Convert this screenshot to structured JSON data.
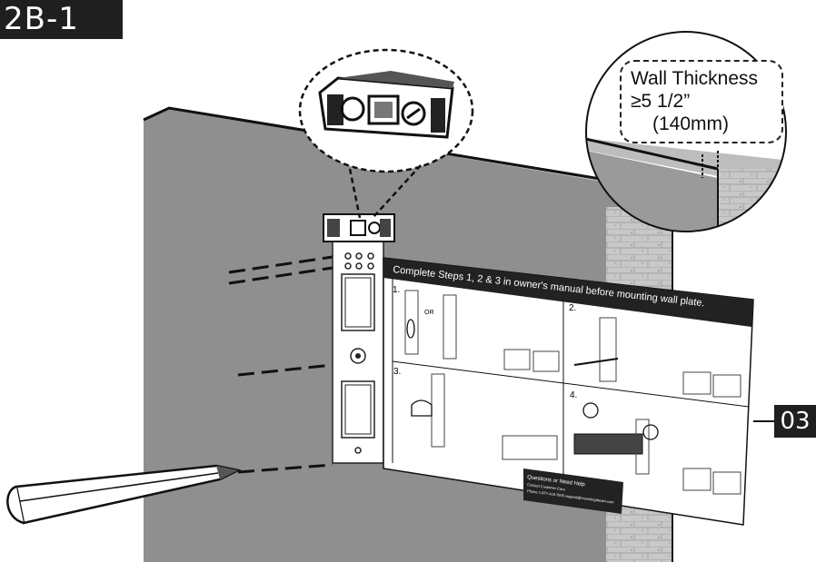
{
  "step_label": "2B-1",
  "page_number": "03",
  "callout": {
    "line1": "Wall Thickness",
    "line2": "≥5 1/2”",
    "line3": "(140mm)"
  },
  "manual": {
    "header": "Complete Steps 1, 2 & 3 in owner's manual before mounting wall plate.",
    "steps": [
      {
        "num": "1.",
        "or_text": "OR"
      },
      {
        "num": "2."
      },
      {
        "num": "3."
      },
      {
        "num": "4."
      }
    ],
    "help_title": "Questions or Need Help",
    "help_line1": "Contact Customer Care",
    "help_line2": "Phone 1-877-419-7605 support@mountingdream.com"
  }
}
